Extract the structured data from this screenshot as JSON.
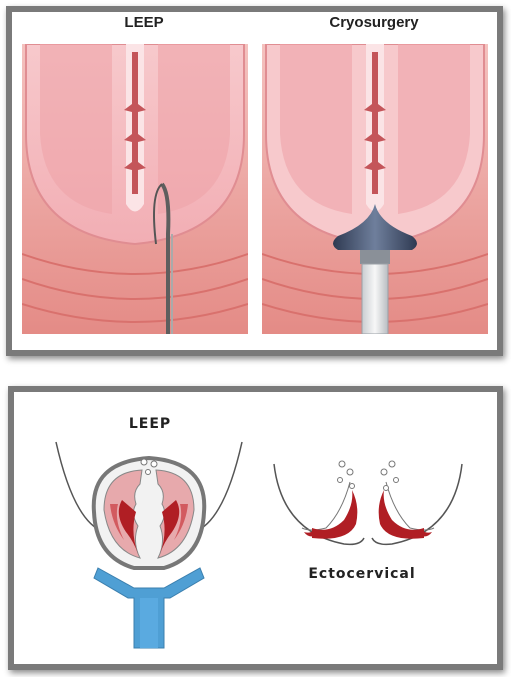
{
  "top_panel": {
    "leep_title": "LEEP",
    "cryo_title": "Cryosurgery"
  },
  "bottom_panel": {
    "leep_label": "LEEP",
    "ecto_label": "Ectocervical"
  },
  "colors": {
    "tissue_pink": "#f2b5b8",
    "tissue_outer": "#e8898c",
    "lesion_red": "#b01e24",
    "probe_blue": "#4f9fd4",
    "frame_gray": "#7a7a7a",
    "cryo_probe_dark": "#3c4a63"
  }
}
